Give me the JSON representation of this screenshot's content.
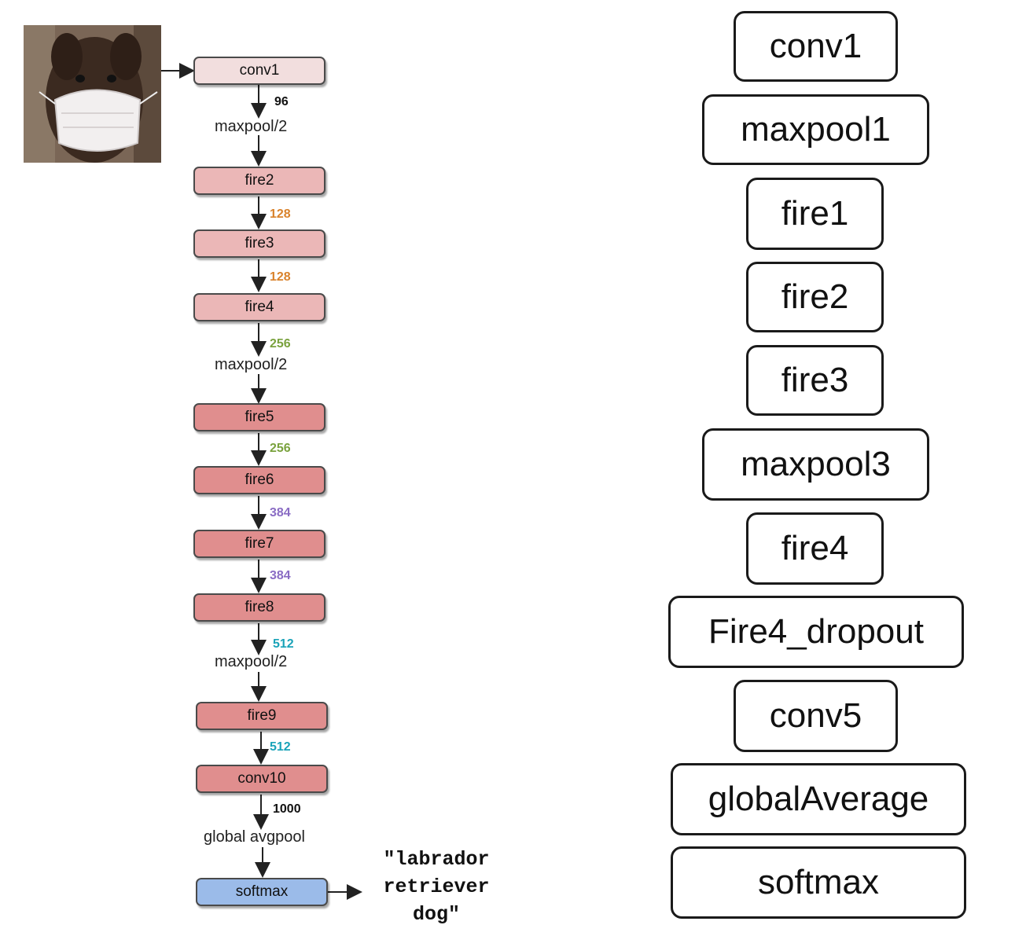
{
  "left_diagram": {
    "nodes": [
      {
        "id": "conv1",
        "label": "conv1",
        "fill": "#f2dede"
      },
      {
        "id": "fire2",
        "label": "fire2",
        "fill": "#ebb7b7"
      },
      {
        "id": "fire3",
        "label": "fire3",
        "fill": "#ebb7b7"
      },
      {
        "id": "fire4",
        "label": "fire4",
        "fill": "#ebb7b7"
      },
      {
        "id": "fire5",
        "label": "fire5",
        "fill": "#e08e8e"
      },
      {
        "id": "fire6",
        "label": "fire6",
        "fill": "#e08e8e"
      },
      {
        "id": "fire7",
        "label": "fire7",
        "fill": "#e08e8e"
      },
      {
        "id": "fire8",
        "label": "fire8",
        "fill": "#e08e8e"
      },
      {
        "id": "fire9",
        "label": "fire9",
        "fill": "#e08e8e"
      },
      {
        "id": "conv10",
        "label": "conv10",
        "fill": "#e08e8e"
      },
      {
        "id": "softmax",
        "label": "softmax",
        "fill": "#9bbbe9"
      }
    ],
    "pool_labels": [
      "maxpool/2",
      "maxpool/2",
      "maxpool/2",
      "global avgpool"
    ],
    "channels": [
      {
        "value": "96",
        "color": "#111111"
      },
      {
        "value": "128",
        "color": "#d9822b"
      },
      {
        "value": "128",
        "color": "#d9822b"
      },
      {
        "value": "256",
        "color": "#7aa23e"
      },
      {
        "value": "256",
        "color": "#7aa23e"
      },
      {
        "value": "384",
        "color": "#8a6cc4"
      },
      {
        "value": "384",
        "color": "#8a6cc4"
      },
      {
        "value": "512",
        "color": "#1aa3b8"
      },
      {
        "value": "512",
        "color": "#1aa3b8"
      },
      {
        "value": "1000",
        "color": "#111111"
      }
    ],
    "output": {
      "line1": "\"labrador",
      "line2": "retriever",
      "line3": "dog\""
    }
  },
  "right_list": [
    "conv1",
    "maxpool1",
    "fire1",
    "fire2",
    "fire3",
    "maxpool3",
    "fire4",
    "Fire4_dropout",
    "conv5",
    "globalAverage",
    "softmax"
  ]
}
